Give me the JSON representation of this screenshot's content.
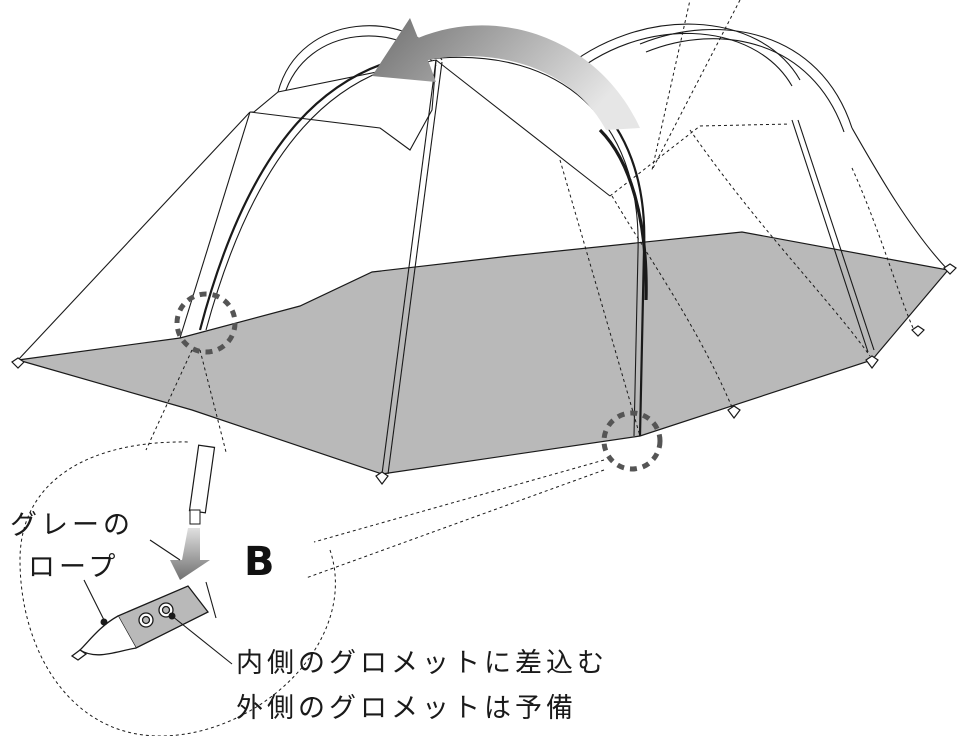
{
  "labels": {
    "rope_line1": "グレーの",
    "rope_line2": "ロープ",
    "section_letter": "B",
    "inner_grommet": "内側のグロメットに差込む",
    "outer_grommet": "外側のグロメットは予備"
  },
  "colors": {
    "floor": "#b9b9b9",
    "line": "#1a1a1a",
    "highlight_circle": "#555555",
    "arrow": "#9a9a9a",
    "background": "#ffffff"
  }
}
